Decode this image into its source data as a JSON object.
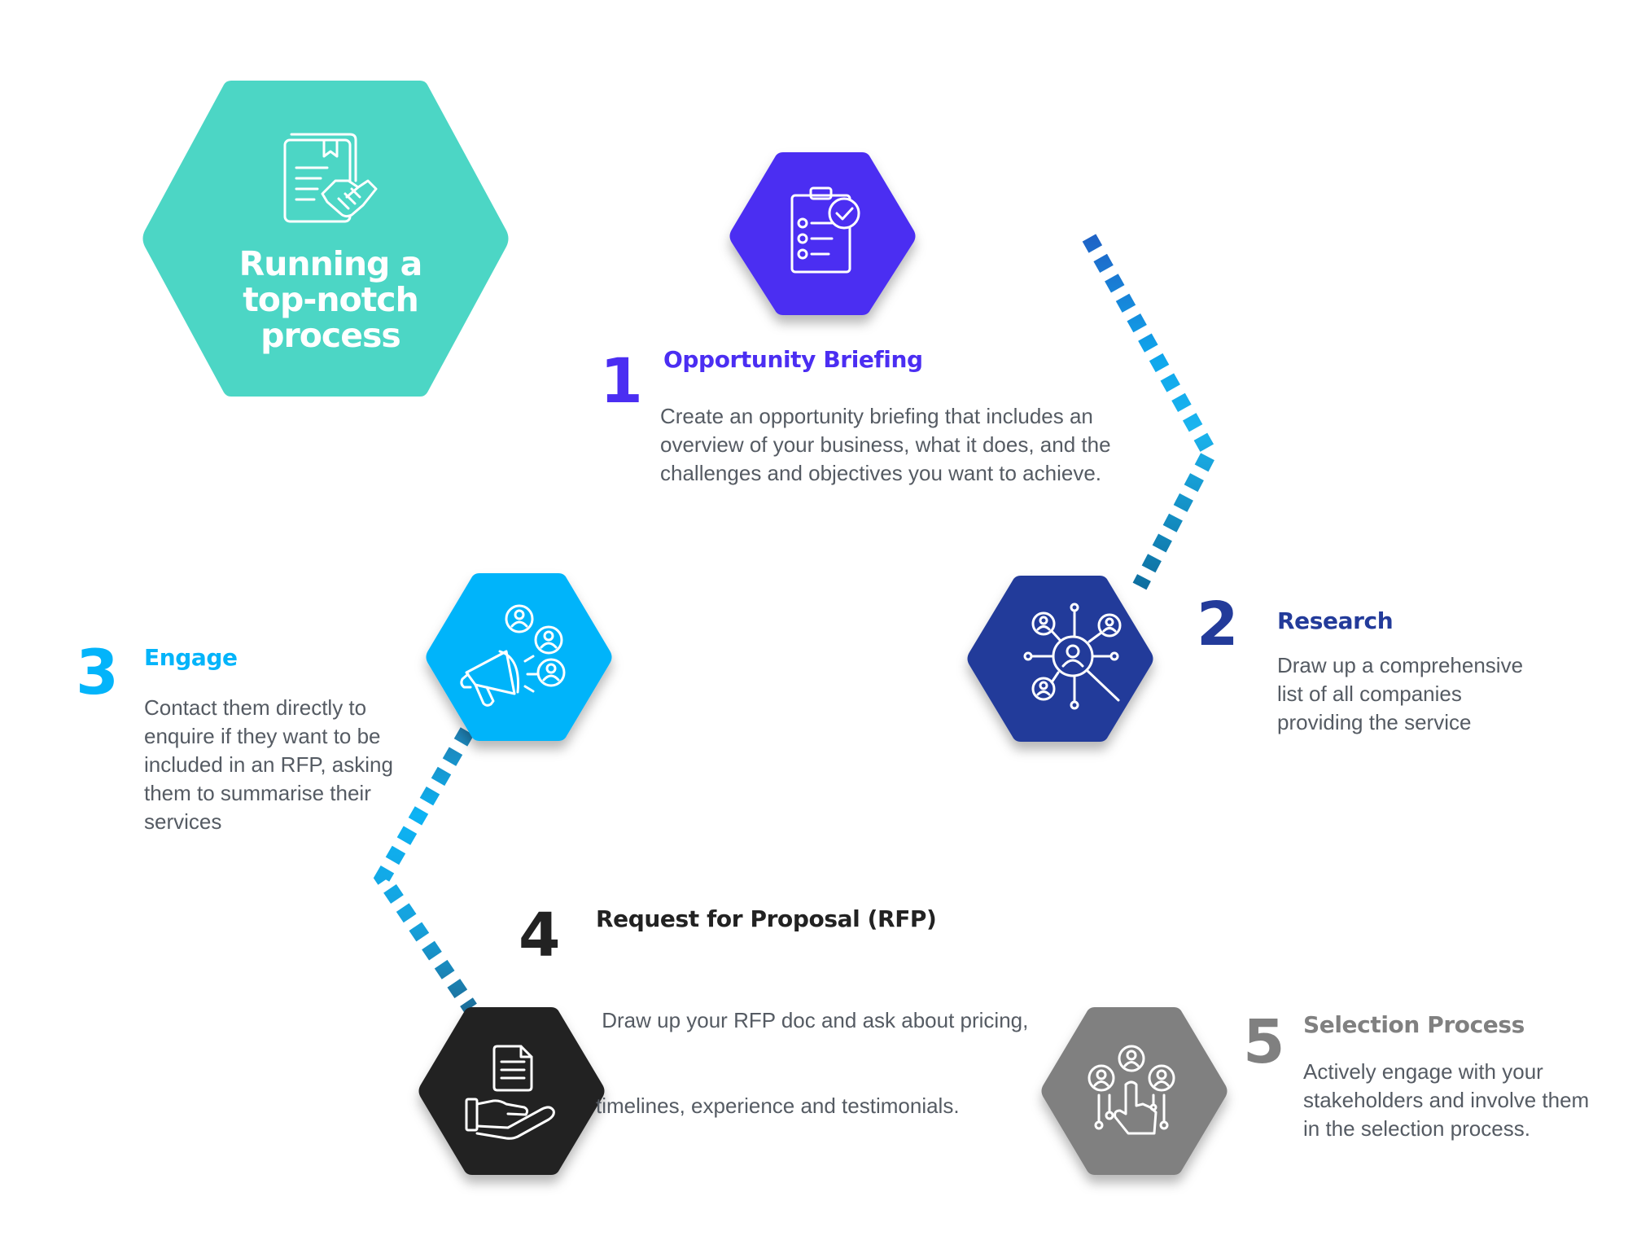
{
  "hero": {
    "lines": [
      "Running a",
      "top-notch",
      "process"
    ],
    "color": "#4cd6c5",
    "icon": "document-handshake-icon"
  },
  "steps": [
    {
      "number": "1",
      "title": "Opportunity Briefing",
      "description": [
        "Create an opportunity briefing that includes an",
        "overview of your business, what it does, and the",
        "challenges and objectives you want to achieve."
      ],
      "color": "#4b2ef2",
      "icon": "checklist-icon"
    },
    {
      "number": "2",
      "title": "Research",
      "description": [
        "Draw up a comprehensive",
        "list of all companies",
        "providing the service"
      ],
      "color": "#233b9a",
      "icon": "network-search-icon"
    },
    {
      "number": "3",
      "title": "Engage",
      "description": [
        "Contact them directly to",
        "enquire if they want to be",
        "included in an RFP, asking",
        "them to summarise their",
        "services"
      ],
      "color": "#03b4fa",
      "icon": "megaphone-people-icon"
    },
    {
      "number": "4",
      "title": "Request for Proposal (RFP)",
      "description": [
        " Draw up your RFP doc and ask about pricing,",
        "timelines, experience and testimonials."
      ],
      "color": "#222222",
      "icon": "hand-document-icon"
    },
    {
      "number": "5",
      "title": "Selection Process",
      "description": [
        "Actively engage with your",
        "stakeholders and involve them",
        "in the selection process."
      ],
      "color": "#808080",
      "icon": "selection-hand-icon"
    }
  ]
}
